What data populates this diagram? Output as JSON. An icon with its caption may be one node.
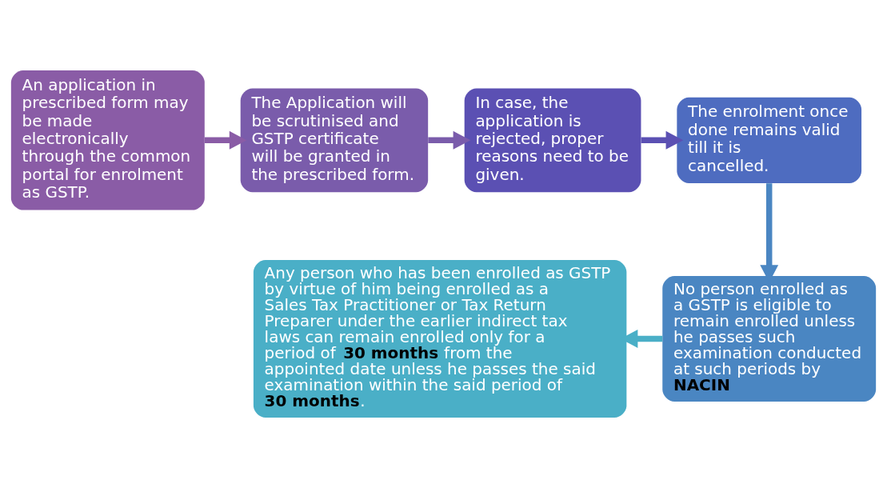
{
  "diagram": {
    "nodes": [
      {
        "text": [
          "An application in prescribed form may be made electronically through the common portal for enrolment as GSTP."
        ]
      },
      {
        "text": [
          "The Application will be scrutinised and GSTP certificate will be granted in the prescribed form."
        ]
      },
      {
        "text": [
          "In case, the application is rejected, proper reasons need to be given."
        ]
      },
      {
        "text": [
          "The enrolment once done remains valid till it is cancelled."
        ]
      },
      {
        "text": [
          "No person enrolled as a GSTP is eligible to remain enrolled unless he passes such examination conducted at such periods by **NACIN**"
        ]
      },
      {
        "text": [
          "Any person who has been enrolled as GSTP by virtue of him being enrolled as a Sales Tax Practitioner or Tax Return Preparer under the earlier indirect tax laws can remain enrolled only for a period of **30 months** from the appointed date unless he passes the said examination within the said period of **30 months**."
        ]
      }
    ],
    "edges": [
      {
        "from": 0,
        "to": 1,
        "arrow": "to"
      },
      {
        "from": 1,
        "to": 2,
        "arrow": "to"
      },
      {
        "from": 2,
        "to": 3,
        "arrow": "to"
      },
      {
        "from": 3,
        "to": 4,
        "arrow": "to"
      },
      {
        "from": 4,
        "to": 5,
        "arrow": "to"
      }
    ]
  }
}
